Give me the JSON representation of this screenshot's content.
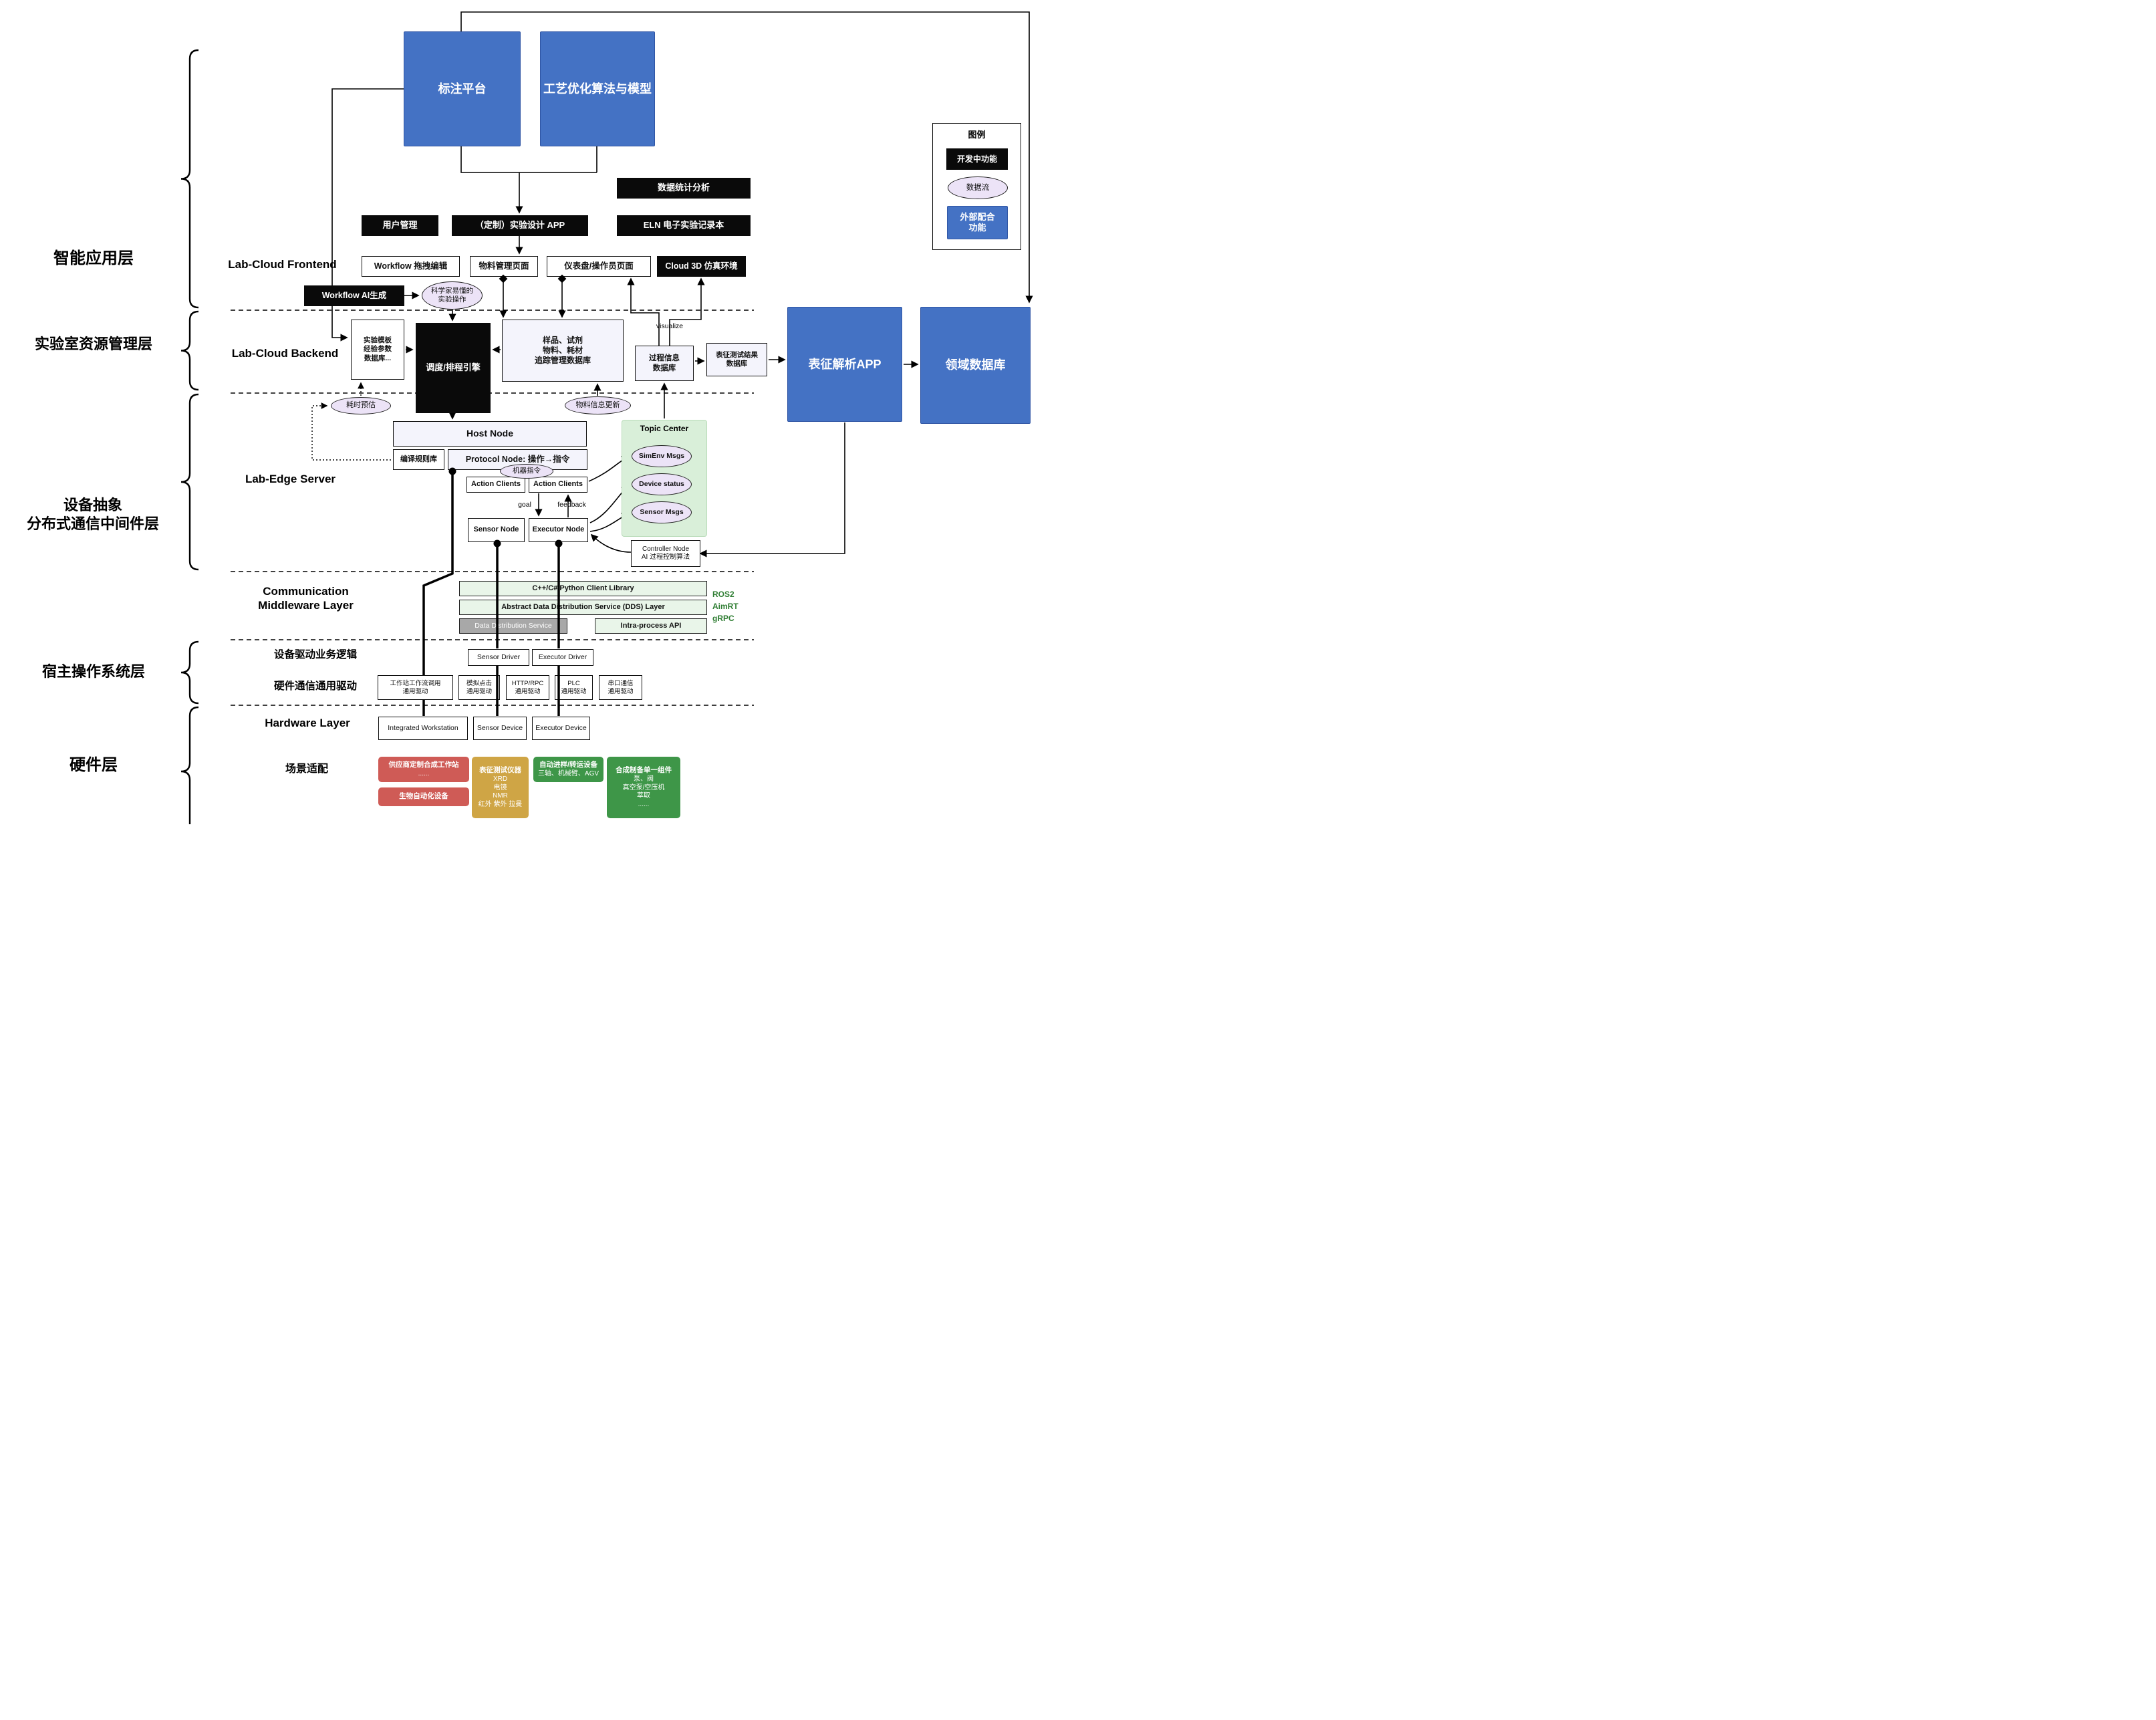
{
  "layers": {
    "app": "智能应用层",
    "resource": "实验室资源管理层",
    "device_abstraction": "设备抽象\n分布式通信中间件层",
    "host_os": "宿主操作系统层",
    "hardware": "硬件层"
  },
  "sections": {
    "frontend": "Lab-Cloud Frontend",
    "backend": "Lab-Cloud Backend",
    "edge": "Lab-Edge Server",
    "middleware": "Communication\nMiddleware Layer",
    "driver_logic": "设备驱动业务逻辑",
    "hw_drivers": "硬件通信通用驱动",
    "hardware": "Hardware Layer",
    "scene": "场景适配"
  },
  "legend": {
    "title": "图例",
    "developing": "开发中功能",
    "dataflow": "数据流",
    "external": "外部配合\n功能"
  },
  "annotations": {
    "visualize": "visualize",
    "goal": "goal",
    "feedback": "feedback"
  },
  "nodes": {
    "annotation_platform": "标注平台",
    "process_opt": "工艺优化算法与模型",
    "data_stats": "数据统计分析",
    "user_mgmt": "用户管理",
    "exp_design": "（定制）实验设计 APP",
    "eln": "ELN 电子实验记录本",
    "wf_edit": "Workflow 拖拽编辑",
    "material_page": "物料管理页面",
    "dashboard": "仪表盘/操作员页面",
    "cloud3d": "Cloud 3D 仿真环境",
    "wf_ai": "Workflow AI生成",
    "scientist": "科学家易懂的\n实验操作",
    "exp_template": "实验模板\n经验参数\n数据库...",
    "scheduler": "调度/排程引擎",
    "sample_db": "样品、试剂\n物料、耗材\n追踪管理数据库",
    "process_db": "过程信息\n数据库",
    "char_result_db": "表征测试结果\n数据库",
    "char_app": "表征解析APP",
    "domain_db": "领域数据库",
    "time_est": "耗时预估",
    "material_update": "物料信息更新",
    "host_node": "Host Node",
    "compile_rules": "编译规则库",
    "protocol_node": "Protocol Node: 操作→指令",
    "machine_cmd": "机器指令",
    "action_clients_1": "Action Clients",
    "action_clients_2": "Action Clients",
    "sensor_node": "Sensor Node",
    "executor_node": "Executor Node",
    "topic_center": "Topic Center",
    "simenv_msgs": "SimEnv Msgs",
    "device_status": "Device status",
    "sensor_msgs": "Sensor Msgs",
    "controller_node": "Controller Node\nAI 过程控制算法",
    "client_lib": "C++/C#/Python Client Library",
    "dds_layer": "Abstract Data Distribution Service (DDS) Layer",
    "dds_service": "Data Distribution Service",
    "intra_api": "Intra-process API",
    "protocols": "ROS2\nAimRT\ngRPC",
    "sensor_driver": "Sensor Driver",
    "executor_driver": "Executor Driver",
    "drv_workstation": "工作站工作流调用\n通用驱动",
    "drv_click": "模拟点击\n通用驱动",
    "drv_http": "HTTP/RPC\n通用驱动",
    "drv_plc": "PLC\n通用驱动",
    "drv_serial": "串口通信\n通用驱动",
    "integrated_ws": "Integrated Workstation",
    "sensor_device": "Sensor Device",
    "executor_device": "Executor Device",
    "vendor_ws_title": "供应商定制合成工作站",
    "vendor_ws_body": "......",
    "bio_auto": "生物自动化设备",
    "char_inst_title": "表征测试仪器",
    "char_inst_body": "XRD\n电镜\nNMR\n红外 紫外 拉曼",
    "transfer_title": "自动进样/转运设备",
    "transfer_body": "三轴、机械臂、AGV",
    "synth_title": "合成制备单一组件",
    "synth_body": "泵、阀\n真空泵/空压机\n萃取\n......"
  },
  "colors": {
    "blue": "#4472c4",
    "black": "#0a0a0a",
    "dataflow_fill": "#ece3f7",
    "topic_green": "#d9efd9",
    "red": "#cf5b56",
    "gold": "#cfa545",
    "green": "#3e9648"
  }
}
